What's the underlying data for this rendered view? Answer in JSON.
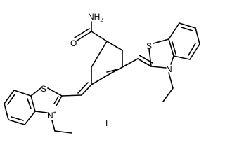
{
  "molecule": {
    "atom_labels": {
      "amide_oxygen": "O",
      "amide_nitrogen": "NH",
      "amide_nitrogen_subscript": "2",
      "upper_sulfur": "S",
      "upper_nitrogen": "N",
      "lower_sulfur": "S",
      "lower_nitrogen": "N",
      "lower_nitrogen_charge": "+",
      "counterion": "I",
      "counterion_charge": "−"
    }
  }
}
